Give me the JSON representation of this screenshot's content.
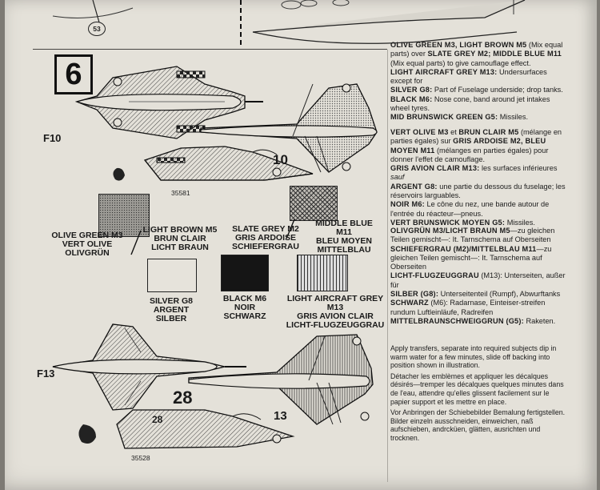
{
  "step_number": "6",
  "top_callout": "53",
  "variant_labels": {
    "f10": "F10",
    "f13": "F13"
  },
  "aircraft_codes": {
    "top_serial": "35581",
    "bottom_serial": "35528",
    "top_number": "10",
    "bottom_number_large": "28",
    "bottom_number_small": "28",
    "bottom_number_right": "13"
  },
  "swatches": [
    {
      "id": "olive-green",
      "lines": [
        "OLIVE GREEN M3",
        "VERT OLIVE",
        "OLIVGRÜN"
      ]
    },
    {
      "id": "light-brown",
      "lines": [
        "LIGHT BROWN M5",
        "BRUN CLAIR",
        "LICHT BRAUN"
      ]
    },
    {
      "id": "slate-grey",
      "lines": [
        "SLATE GREY M2",
        "GRIS ARDOISE",
        "SCHIEFERGRAU"
      ]
    },
    {
      "id": "middle-blue",
      "lines": [
        "MIDDLE BLUE M11",
        "BLEU MOYEN",
        "MITTELBLAU"
      ]
    },
    {
      "id": "silver",
      "lines": [
        "SILVER G8",
        "ARGENT",
        "SILBER"
      ]
    },
    {
      "id": "black",
      "lines": [
        "BLACK M6",
        "NOIR",
        "SCHWARZ"
      ]
    },
    {
      "id": "light-aircraft-grey",
      "lines": [
        "LIGHT AIRCRAFT GREY M13",
        "GRIS AVION CLAIR",
        "LICHT-FLUGZEUGGRAU"
      ]
    }
  ],
  "instructions_en": [
    [
      "OLIVE GREEN M3, LIGHT BROWN M5",
      " (Mix equal parts) over ",
      "SLATE GREY M2; MIDDLE BLUE M11",
      " (Mix equal parts) to give camouflage effect."
    ],
    [
      "LIGHT AIRCRAFT GREY M13:",
      " Undersurfaces except for"
    ],
    [
      "SILVER G8:",
      " Part of Fuselage underside; drop tanks."
    ],
    [
      "BLACK M6:",
      " Nose cone, band around jet intakes wheel tyres."
    ],
    [
      "MID BRUNSWICK GREEN G5:",
      " Missiles."
    ]
  ],
  "instructions_fr": [
    [
      "VERT OLIVE M3",
      " et ",
      "BRUN CLAIR M5",
      " (mélange en parties égales) sur ",
      "GRIS ARDOISE M2, BLEU MOYEN M11",
      " (mélanges en parties égales) pour donner l'effet de camouflage."
    ],
    [
      "GRIS AVION CLAIR M13:",
      " les surfaces inférieures ",
      "sauf"
    ],
    [
      "ARGENT G8:",
      " une partie du dessous du fuselage; les réservoirs larguables."
    ],
    [
      "NOIR M6:",
      " Le cône du nez, une bande autour de l'entrée du réacteur—pneus."
    ],
    [
      "VERT BRUNSWICK MOYEN G5:",
      " Missiles."
    ]
  ],
  "instructions_de": [
    [
      "OLIVGRÜN M3/LICHT BRAUN M5",
      "—zu gleichen Teilen gemischt—: It. Tarnschema auf Oberseiten"
    ],
    [
      "SCHIEFERGRAU (M2)/MITTELBLAU M11",
      "—zu gleichen Teilen gemischt—: It. Tarnschema auf Oberseiten"
    ],
    [
      "LICHT-FLUGZEUGGRAU",
      " (M13): Unterseiten, außer für"
    ],
    [
      "SILBER (G8):",
      " Unterseitenteil (Rumpf), Abwurftanks"
    ],
    [
      "SCHWARZ",
      " (M6): Radarnase, Einteiser-streifen rundum Luftleinläufe, Radreifen"
    ],
    [
      "MITTELBRAUNSCHWEIGGRUN (G5):",
      " Raketen."
    ]
  ],
  "transfer_notes": [
    "Apply transfers, separate into required subjects dip in warm water for a few minutes, slide off backing into position shown in illustration.",
    "Détacher les emblèmes et appliquer les décalques désirés—tremper les décalques quelques minutes dans de l'eau, attendre qu'elles glissent facilement sur le papier support et les mettre en place.",
    "Vor Anbringen der Schiebebilder Bemalung fertigstellen. Bilder einzeln ausschneiden, einweichen, naß aufschieben, andrcküen, glätten, ausrichten und trocknen."
  ]
}
